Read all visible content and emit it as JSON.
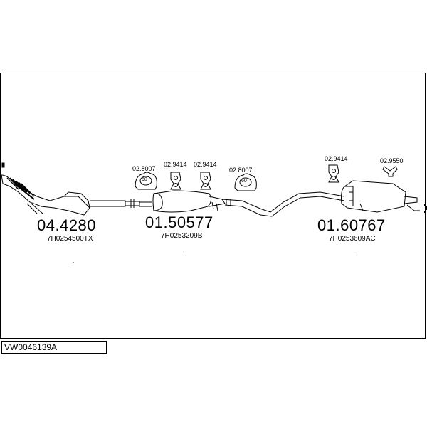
{
  "diagram": {
    "code": "VW0046139A",
    "parts": [
      {
        "number": "04.4280",
        "oem": "7H0254500TX"
      },
      {
        "number": "01.50577",
        "oem": "7H0253209B"
      },
      {
        "number": "01.60767",
        "oem": "7H0253609AC"
      }
    ],
    "hangers": [
      {
        "number": "02.8007",
        "size": "60"
      },
      {
        "number": "02.9414"
      },
      {
        "number": "02.9414"
      },
      {
        "number": "02.8007",
        "size": "60"
      },
      {
        "number": "02.9414"
      },
      {
        "number": "02.9550"
      }
    ]
  }
}
